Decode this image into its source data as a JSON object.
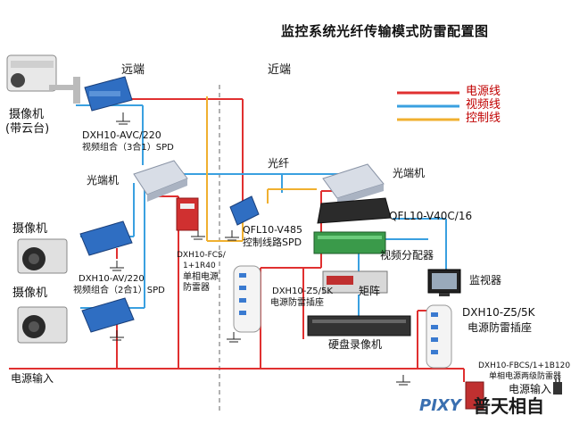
{
  "title": "监控系统光纤传输模式防雷配置图",
  "zones": {
    "remote": "远端",
    "near": "近端"
  },
  "legend": [
    {
      "label": "电源线",
      "color": "#e03030"
    },
    {
      "label": "视频线",
      "color": "#3aa0e0"
    },
    {
      "label": "控制线",
      "color": "#f0b030"
    }
  ],
  "labels": {
    "camera_ptz_line1": "摄像机",
    "camera_ptz_line2": "(带云台)",
    "camera2": "摄像机",
    "camera3": "摄像机",
    "spd_avc_model": "DXH10-AVC/220",
    "spd_avc_desc": "视频组合（3合1）SPD",
    "optical_remote": "光端机",
    "spd_av_model": "DXH10-AV/220",
    "spd_av_desc": "视频组合（2合1）SPD",
    "fcs_line1": "DXH10-FCS/",
    "fcs_line2": "1+1R40",
    "fcs_line3": "单相电源",
    "fcs_line4": "防雷器",
    "fiber": "光纤",
    "optical_near": "光端机",
    "qfl_v40c": "QFL10-V40C/16",
    "qfl_v485_model": "QFL10-V485",
    "qfl_v485_desc": "控制线路SPD",
    "video_distributor": "视频分配器",
    "monitor": "监视器",
    "z5_left_model": "DXH10-Z5/5K",
    "z5_left_desc": "电源防雷插座",
    "matrix": "矩阵",
    "dvr": "硬盘录像机",
    "z5_right_model": "DXH10-Z5/5K",
    "z5_right_desc": "电源防雷插座",
    "fbcs_model": "DXH10-FBCS/1+1B120",
    "fbcs_desc": "单相电源两级防雷器",
    "power_in_left": "电源输入",
    "power_in_right": "电源输入"
  },
  "logo": {
    "brand": "PIXY",
    "name": "普天相自"
  }
}
